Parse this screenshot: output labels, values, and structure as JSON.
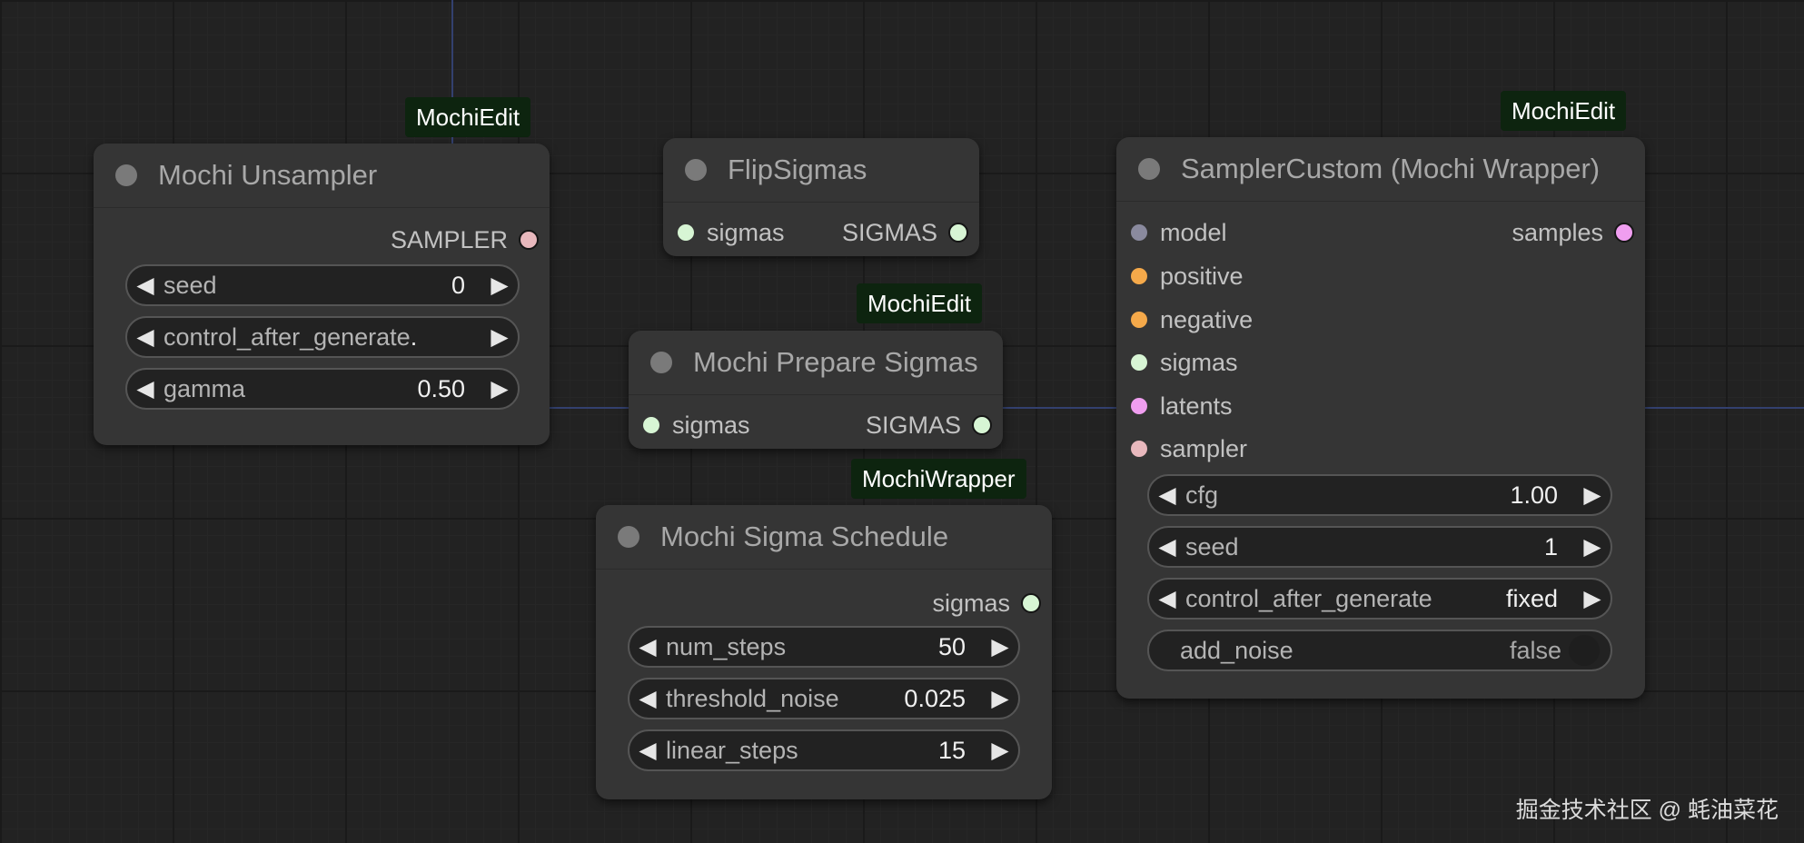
{
  "badges": {
    "unsampler": "MochiEdit",
    "prepare": "MochiEdit",
    "sampler_custom": "MochiEdit",
    "schedule": "MochiWrapper"
  },
  "nodes": {
    "unsampler": {
      "title": "Mochi Unsampler",
      "output": "SAMPLER",
      "widgets": [
        {
          "label": "seed",
          "value": "0"
        },
        {
          "label": "control_after_generate",
          "value": "."
        },
        {
          "label": "gamma",
          "value": "0.50"
        }
      ]
    },
    "flip_sigmas": {
      "title": "FlipSigmas",
      "input": "sigmas",
      "output": "SIGMAS"
    },
    "prepare_sigmas": {
      "title": "Mochi Prepare Sigmas",
      "input": "sigmas",
      "output": "SIGMAS"
    },
    "sigma_schedule": {
      "title": "Mochi Sigma Schedule",
      "output": "sigmas",
      "widgets": [
        {
          "label": "num_steps",
          "value": "50"
        },
        {
          "label": "threshold_noise",
          "value": "0.025"
        },
        {
          "label": "linear_steps",
          "value": "15"
        }
      ]
    },
    "sampler_custom": {
      "title": "SamplerCustom (Mochi Wrapper)",
      "inputs": [
        "model",
        "positive",
        "negative",
        "sigmas",
        "latents",
        "sampler"
      ],
      "output": "samples",
      "widgets": [
        {
          "label": "cfg",
          "value": "1.00"
        },
        {
          "label": "seed",
          "value": "1"
        },
        {
          "label": "control_after_generate",
          "value": "fixed"
        }
      ],
      "toggle": {
        "label": "add_noise",
        "value": "false"
      }
    }
  },
  "watermark": "掘金技术社区 @ 蚝油菜花",
  "colors": {
    "socket_sigmas": "#d7f5d4",
    "socket_model": "#8a8a9e",
    "socket_conditioning": "#f5a94a",
    "socket_latent": "#f09ef0",
    "socket_sampler": "#e8b8bd",
    "link": "#33406e",
    "badge_bg": "#0d240f"
  },
  "icons": {
    "decrement": "left-triangle-icon",
    "increment": "right-triangle-icon"
  }
}
